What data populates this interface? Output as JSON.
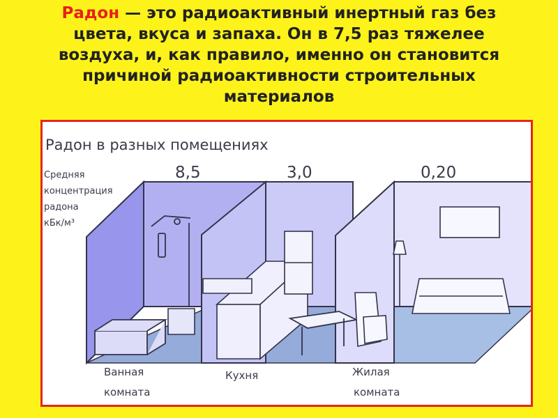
{
  "intro": {
    "highlight": "Радон",
    "line1_rest": " — это радиоактивный инертный газ без",
    "line2": "цвета, вкуса и запаха. Он в 7,5 раз тяжелее",
    "line3": "воздуха, и, как правило, именно он становится",
    "line4": "причиной радиоактивности строительных",
    "line5": "материалов"
  },
  "figure": {
    "title": "Радон в разных помещениях",
    "legend_lines": [
      "Средняя",
      "концентрация",
      "радона",
      "кБк/м³"
    ],
    "rooms": [
      {
        "value": "8,5",
        "label_lines": [
          "Ванная",
          "комната"
        ]
      },
      {
        "value": "3,0",
        "label_lines": [
          "Кухня"
        ]
      },
      {
        "value": "0,20",
        "label_lines": [
          "Жилая",
          "комната"
        ]
      }
    ],
    "colors": {
      "bathroom_wall": "#a9a6ef",
      "kitchen_wall": "#c7c6f6",
      "living_wall": "#e2e1fb",
      "floor": "#8fa5d6",
      "outline": "#33334a"
    }
  }
}
